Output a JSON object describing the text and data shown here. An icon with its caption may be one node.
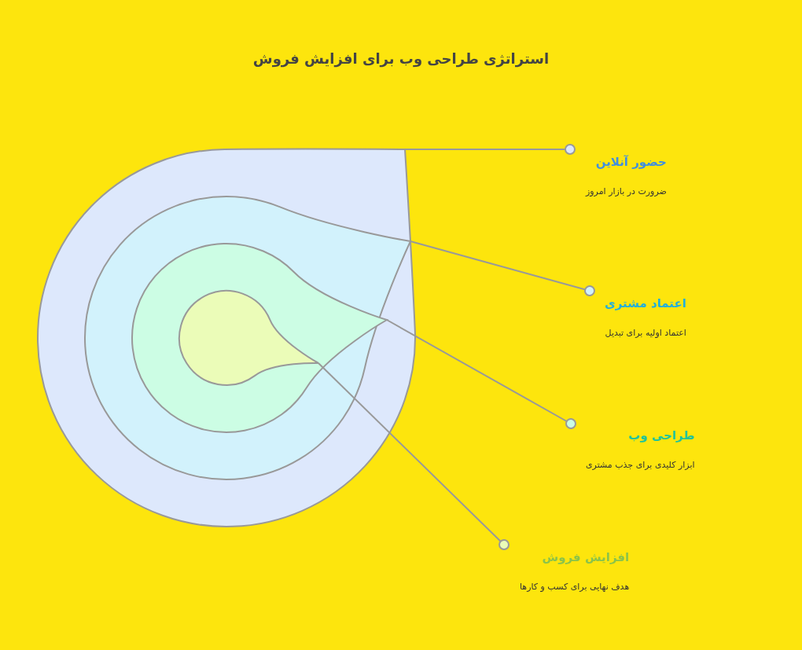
{
  "diagram": {
    "title": "استراتژی طراحی وب برای افزایش فروش",
    "nodes": [
      {
        "text": [],
        "shape": "teardrop"
      },
      {
        "text": [],
        "shape": "teardrop",
        "in": 0
      },
      {
        "text": [],
        "shape": "teardrop",
        "in": 1
      },
      {
        "text": [],
        "shape": "teardrop",
        "in": 2
      },
      {
        "text": [
          "حضور آنلاین",
          "ضرورت در بازار امروز"
        ]
      },
      {
        "text": [
          "اعتماد مشتری",
          "اعتماد اولیه برای تبدیل"
        ]
      },
      {
        "text": [
          "طراحی وب",
          "ابزار کلیدی برای جذب مشتری"
        ]
      },
      {
        "text": [
          "افزایش فروش",
          "هدف نهایی برای کسب و کارها"
        ]
      }
    ],
    "edges": [
      {
        "from": 4,
        "to": 0,
        "arrow": "other"
      },
      {
        "from": 5,
        "to": 1,
        "arrow": "other"
      },
      {
        "from": 6,
        "to": 2,
        "arrow": "other"
      },
      {
        "from": 7,
        "to": 3,
        "arrow": "other"
      }
    ]
  }
}
